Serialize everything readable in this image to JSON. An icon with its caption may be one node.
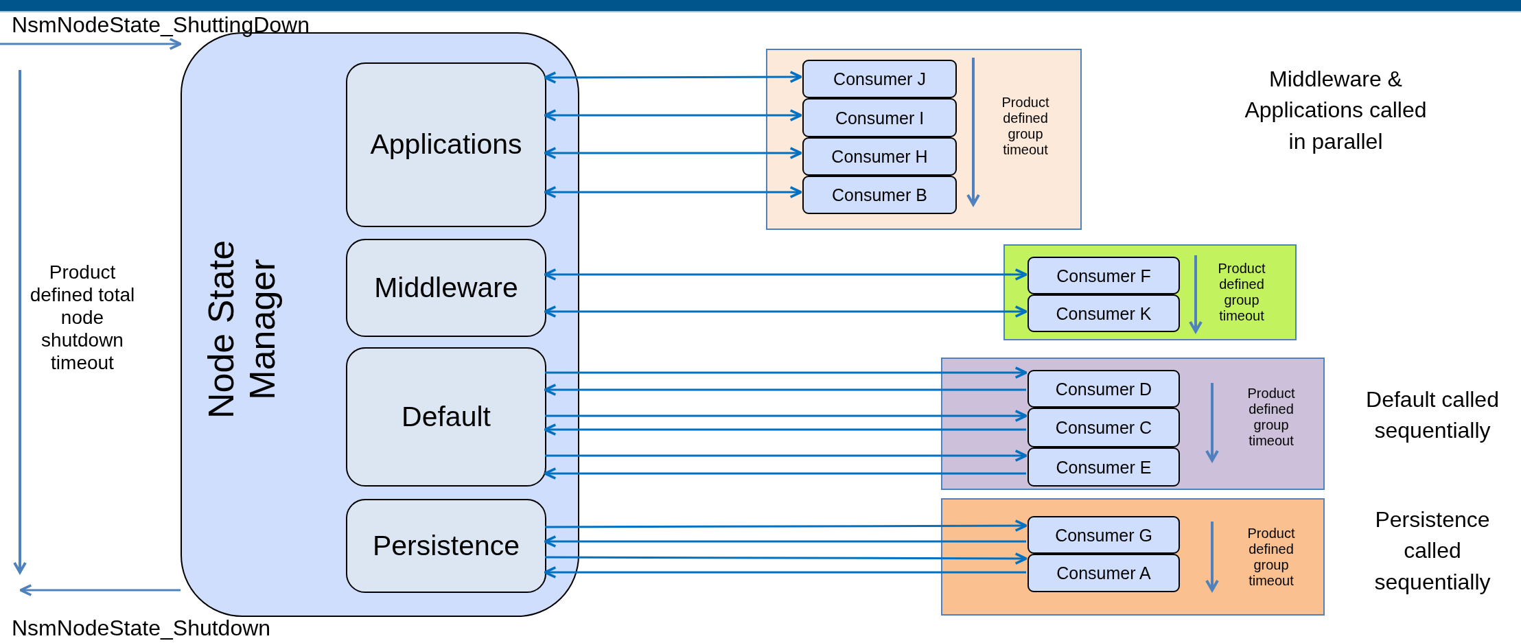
{
  "diagram": {
    "nodes": [
      {
        "text": [
          "Node State Manager"
        ]
      },
      {
        "text": [
          "Applications"
        ],
        "in": 0
      },
      {
        "text": [
          "Middleware"
        ],
        "in": 0
      },
      {
        "text": [
          "Default"
        ],
        "in": 0
      },
      {
        "text": [
          "Persistence"
        ],
        "in": 0
      },
      {
        "text": [
          "Product defined group timeout"
        ]
      },
      {
        "text": [
          "Consumer J"
        ],
        "in": 5
      },
      {
        "text": [
          "Consumer I"
        ],
        "in": 5
      },
      {
        "text": [
          "Consumer H"
        ],
        "in": 5
      },
      {
        "text": [
          "Consumer B"
        ],
        "in": 5
      },
      {
        "text": [
          "Product defined group timeout"
        ]
      },
      {
        "text": [
          "Consumer F"
        ],
        "in": 10
      },
      {
        "text": [
          "Consumer K"
        ],
        "in": 10
      },
      {
        "text": [
          "Product defined group timeout"
        ]
      },
      {
        "text": [
          "Consumer D"
        ],
        "in": 13
      },
      {
        "text": [
          "Consumer C"
        ],
        "in": 13
      },
      {
        "text": [
          "Consumer E"
        ],
        "in": 13
      },
      {
        "text": [
          "Product defined group timeout"
        ]
      },
      {
        "text": [
          "Consumer G"
        ],
        "in": 17
      },
      {
        "text": [
          "Consumer A"
        ],
        "in": 17
      }
    ],
    "edges": [
      {
        "from": null,
        "to": 0,
        "arrow": "to",
        "label": "NsmNodeState_ShuttingDown",
        "color": "#4f81bd"
      },
      {
        "from": 0,
        "to": null,
        "arrow": "to",
        "label": "NsmNodeState_Shutdown",
        "color": "#4f81bd"
      },
      {
        "from": 1,
        "to": 6,
        "arrow": "both"
      },
      {
        "from": 1,
        "to": 7,
        "arrow": "both"
      },
      {
        "from": 1,
        "to": 8,
        "arrow": "both"
      },
      {
        "from": 1,
        "to": 9,
        "arrow": "both"
      },
      {
        "from": 2,
        "to": 11,
        "arrow": "both"
      },
      {
        "from": 2,
        "to": 12,
        "arrow": "both"
      },
      {
        "from": 3,
        "to": 14,
        "arrow": "to"
      },
      {
        "from": 14,
        "to": 3,
        "arrow": "to"
      },
      {
        "from": 3,
        "to": 15,
        "arrow": "to"
      },
      {
        "from": 15,
        "to": 3,
        "arrow": "to"
      },
      {
        "from": 3,
        "to": 16,
        "arrow": "to"
      },
      {
        "from": 16,
        "to": 3,
        "arrow": "to"
      },
      {
        "from": 4,
        "to": 18,
        "arrow": "to"
      },
      {
        "from": 18,
        "to": 4,
        "arrow": "to"
      },
      {
        "from": 4,
        "to": 19,
        "arrow": "to"
      },
      {
        "from": 19,
        "to": 4,
        "arrow": "to"
      }
    ],
    "labels": [
      "Product defined total node shutdown timeout",
      "Middleware & Applications called in parallel",
      "Default called sequentially",
      "Persistence called sequentially"
    ]
  }
}
